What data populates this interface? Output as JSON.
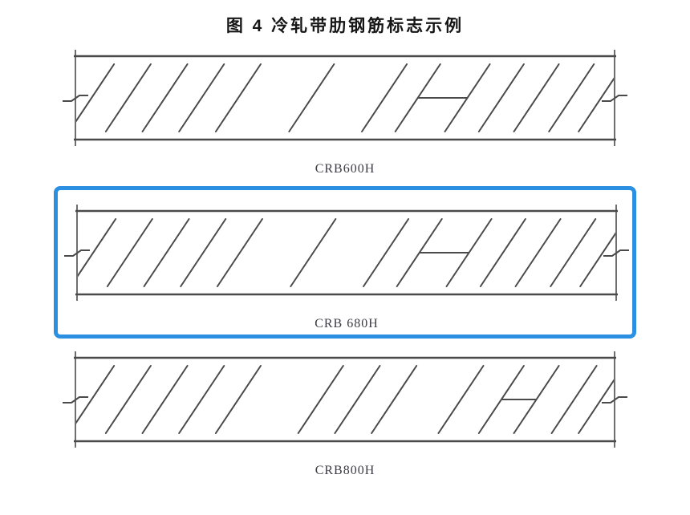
{
  "title": "图 4  冷轧带肋钢筋标志示例",
  "colors": {
    "highlight": "#2b8fe2",
    "line": "#4a4a4a",
    "label_text": "#3c3c46",
    "background": "#ffffff"
  },
  "figures": [
    {
      "label": "CRB600H",
      "mark_letter": "H",
      "highlighted": false,
      "ribs": [
        0.03,
        0.098,
        0.166,
        0.234,
        0.302,
        0.438,
        0.573,
        0.635,
        0.727,
        0.79,
        0.855,
        0.92,
        0.975
      ],
      "h_legs": [
        7,
        8
      ]
    },
    {
      "label": "CRB 680H",
      "mark_letter": "H",
      "highlighted": true,
      "ribs": [
        0.03,
        0.098,
        0.166,
        0.234,
        0.302,
        0.438,
        0.573,
        0.635,
        0.727,
        0.79,
        0.855,
        0.92,
        0.975
      ],
      "h_legs": [
        7,
        8
      ]
    },
    {
      "label": "CRB800H",
      "mark_letter": "H",
      "highlighted": false,
      "ribs": [
        0.03,
        0.098,
        0.166,
        0.234,
        0.302,
        0.455,
        0.523,
        0.591,
        0.715,
        0.79,
        0.855,
        0.925,
        0.975
      ],
      "h_legs": [
        9,
        10
      ]
    }
  ]
}
